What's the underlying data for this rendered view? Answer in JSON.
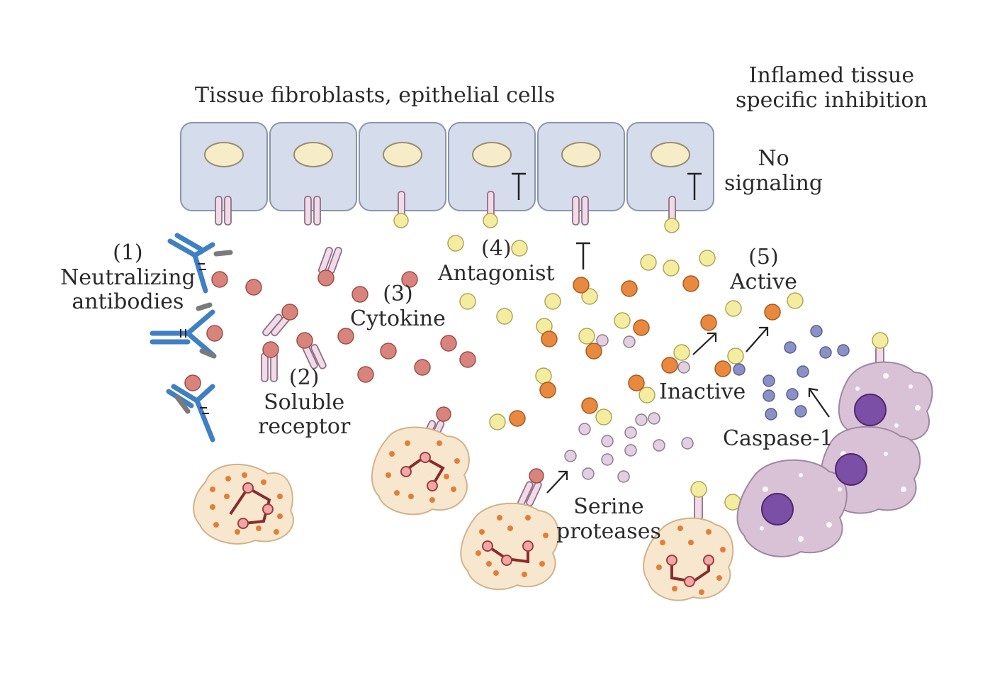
{
  "labels": {
    "cells_title": "Tissue fibroblasts, epithelial cells",
    "inflamed_line1": "Inflamed tissue",
    "inflamed_line2": "specific inhibition",
    "no_signaling_line1": "No",
    "no_signaling_line2": "signaling",
    "step1_num": "(1)",
    "step1_line1": "Neutralizing",
    "step1_line2": "antibodies",
    "step2_num": "(2)",
    "step2_line1": "Soluble",
    "step2_line2": "receptor",
    "step3_num": "(3)",
    "step3_name": "Cytokine",
    "step4_num": "(4)",
    "step4_name": "Antagonist",
    "step5_num": "(5)",
    "step5_name": "Active",
    "inactive": "Inactive",
    "caspase": "Caspase-1",
    "serine_line1": "Serine",
    "serine_line2": "proteases"
  },
  "colors": {
    "cell_fill": "#d5dcec",
    "cytokine": "#d9837d",
    "antagonist": "#f4eda0",
    "active_cytokine": "#e8893f",
    "serine_protease": "#e2cfe0",
    "caspase": "#8a91c7",
    "antibody": "#3f7fc3",
    "macrophage": "#d9c2d6",
    "macrophage_nucleus": "#7b4fa6"
  },
  "icons": [
    "cell",
    "receptor",
    "antibody",
    "cytokine-ball",
    "antagonist-ball",
    "immune-cell",
    "macrophage",
    "arrow",
    "inhibition-bar"
  ]
}
